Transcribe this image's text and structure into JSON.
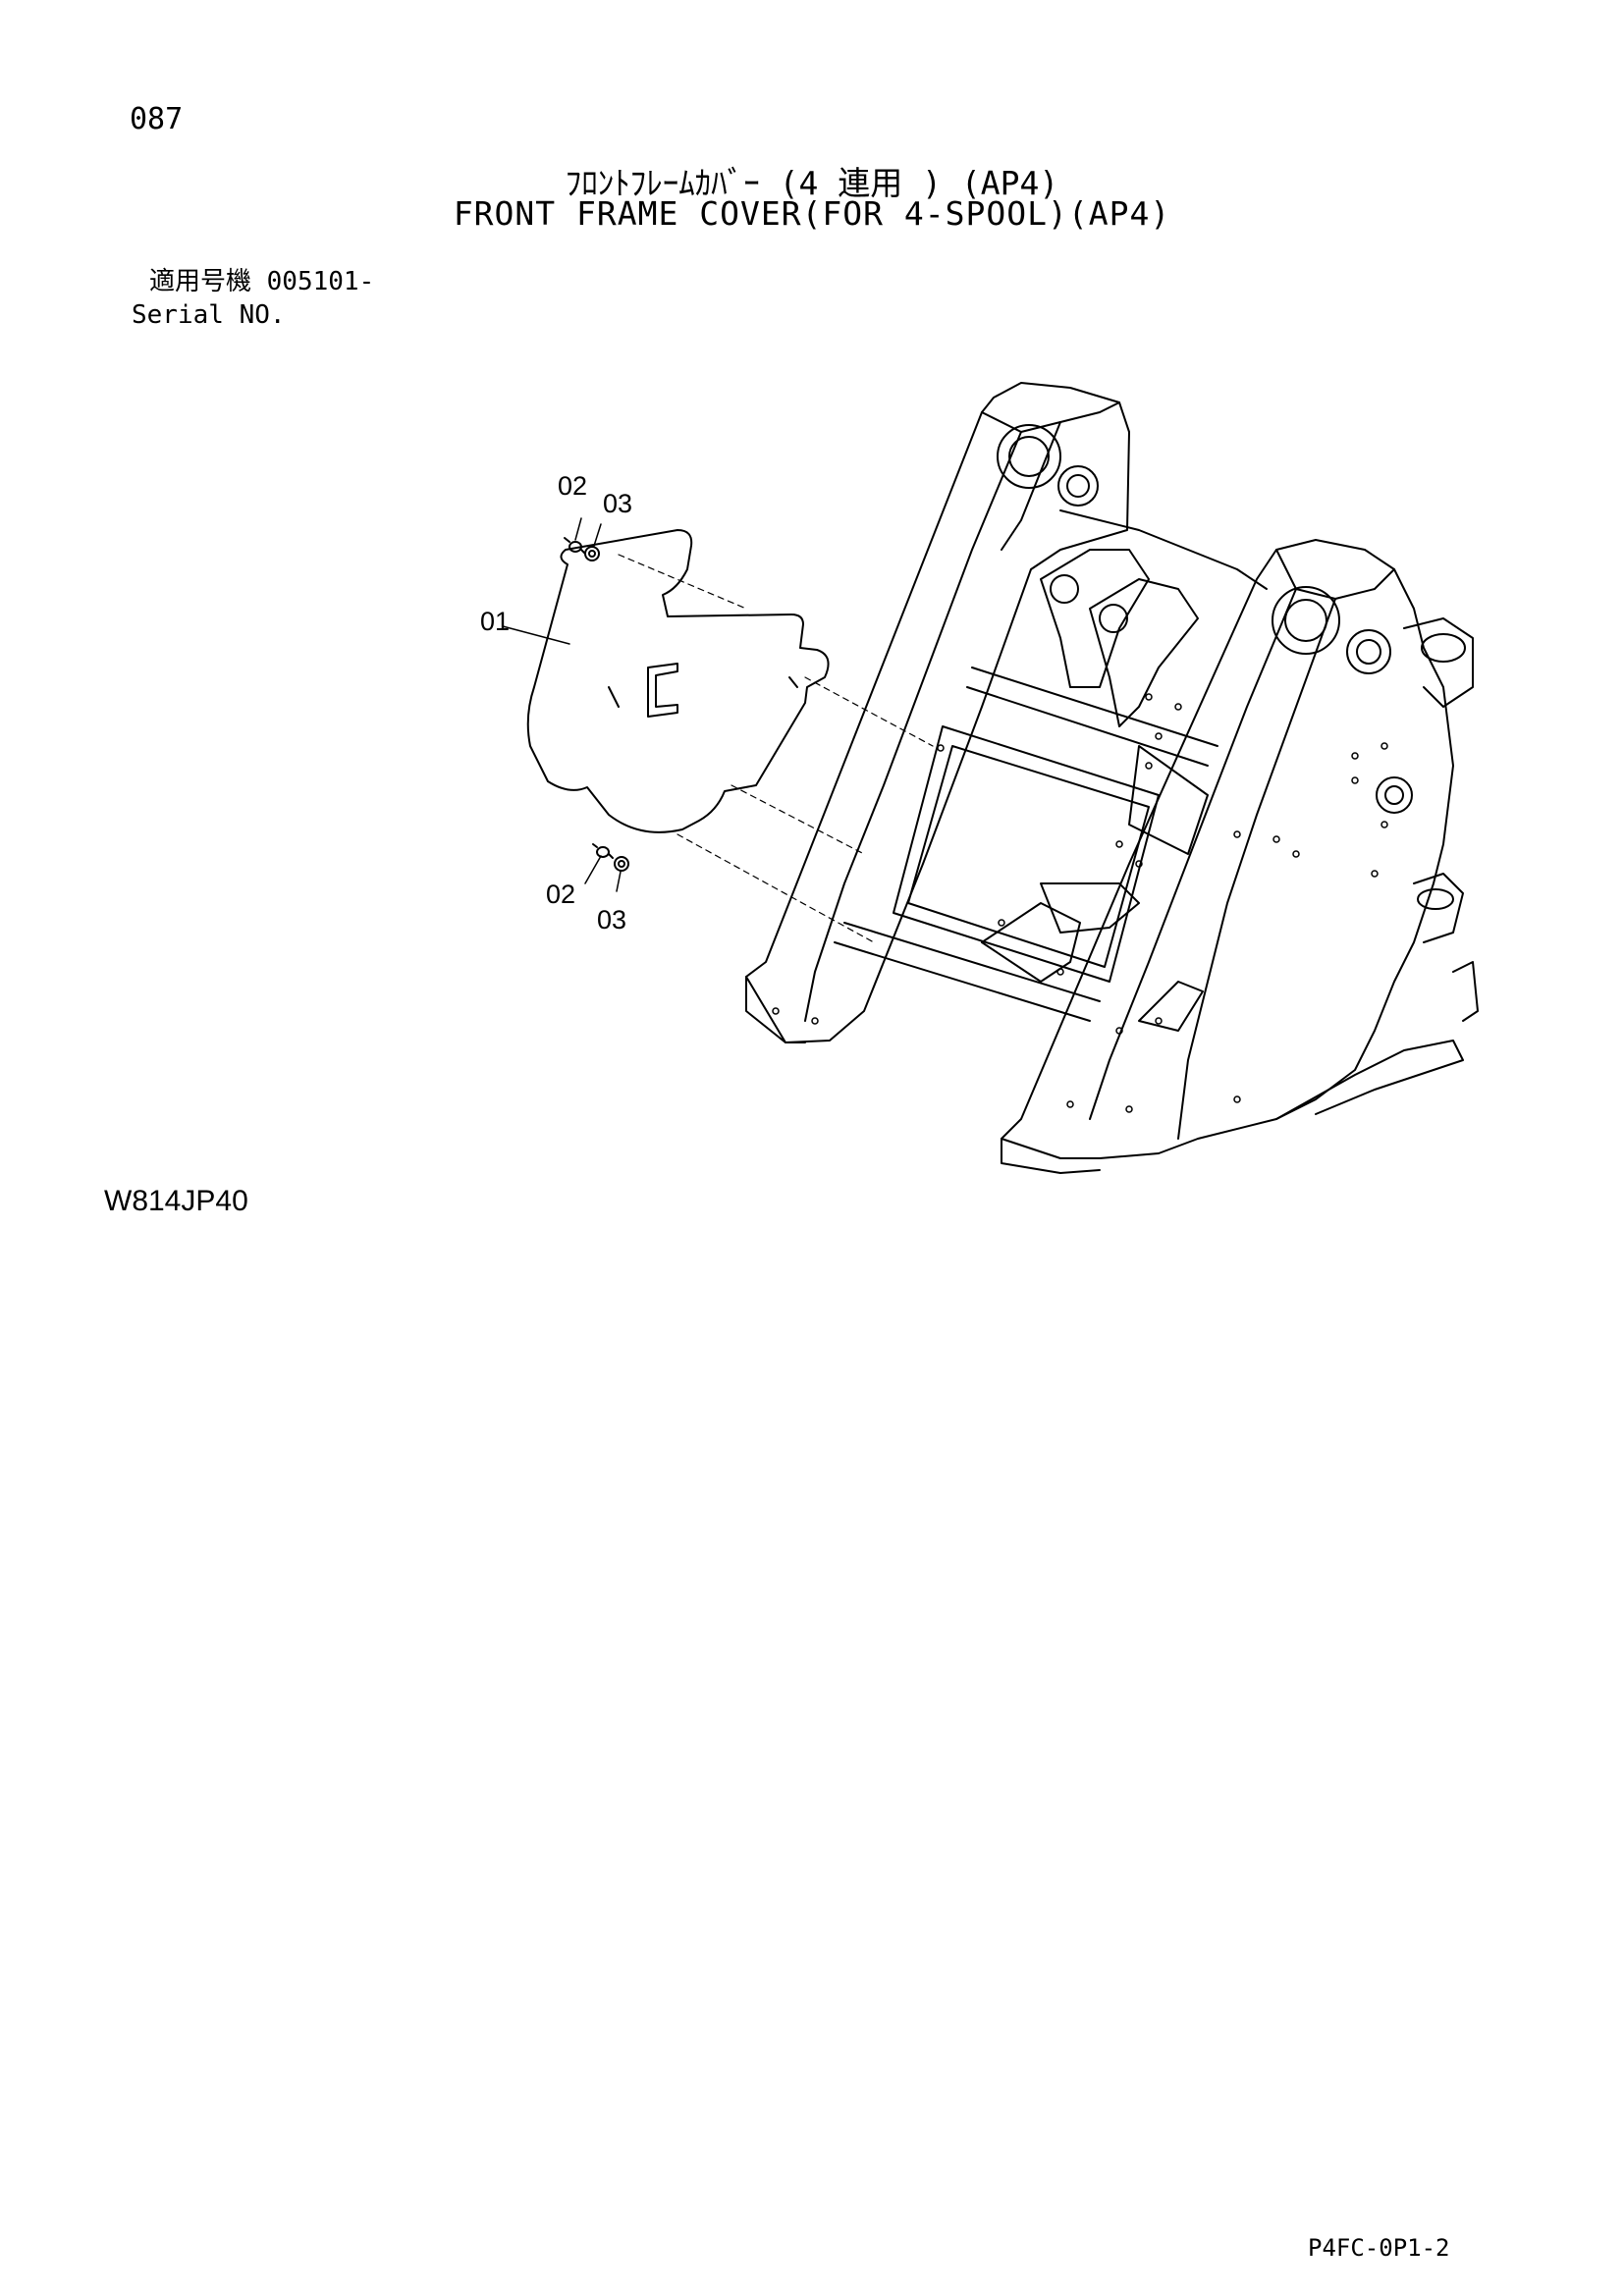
{
  "header": {
    "page_number": "087",
    "title_jp": "ﾌﾛﾝﾄﾌﾚｰﾑｶﾊﾞｰ (4 連用 ) (AP4)",
    "title_en": "FRONT FRAME COVER(FOR 4-SPOOL)(AP4)",
    "serial_label_jp": "適用号機 005101-",
    "serial_label_en": "Serial NO."
  },
  "drawing": {
    "callouts": [
      "01",
      "02",
      "03",
      "02",
      "03"
    ],
    "drawing_code": "W814JP40"
  },
  "footer": {
    "page_code": "P4FC-0P1-2"
  }
}
